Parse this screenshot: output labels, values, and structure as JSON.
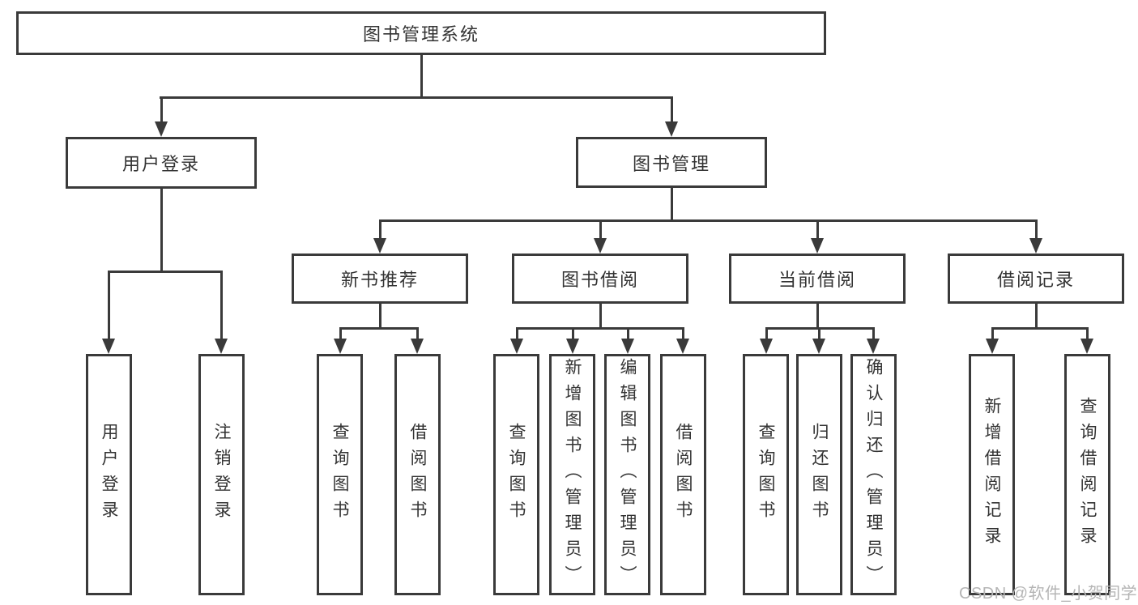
{
  "nodes": {
    "root": "图书管理系统",
    "level2": {
      "user_login": "用户登录",
      "book_mgmt": "图书管理"
    },
    "level3": {
      "new_books": "新书推荐",
      "book_borrow": "图书借阅",
      "current_borrow": "当前借阅",
      "borrow_records": "借阅记录"
    },
    "leaves": {
      "user_login": [
        "用户登录",
        "注销登录"
      ],
      "new_books": [
        "查询图书",
        "借阅图书"
      ],
      "book_borrow": [
        "查询图书",
        "新增图书（管理员）",
        "编辑图书（管理员）",
        "借阅图书"
      ],
      "current_borrow": [
        "查询图书",
        "归还图书",
        "确认归还（管理员）"
      ],
      "borrow_records": [
        "新增借阅记录",
        "查询借阅记录"
      ]
    }
  },
  "watermark": "CSDN @软件_小贺同学",
  "colors": {
    "line": "#3a3a3a",
    "background": "#ffffff",
    "watermark": "#b5b5b5"
  }
}
